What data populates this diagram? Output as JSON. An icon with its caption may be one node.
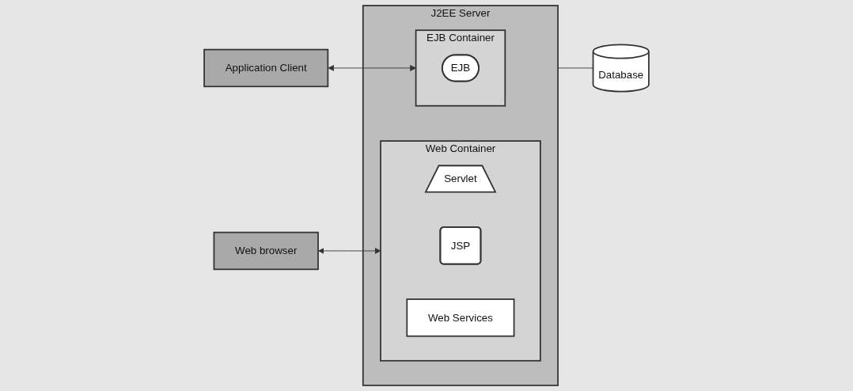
{
  "diagram": {
    "nodes": [
      {
        "text": [
          "Web browser"
        ]
      },
      {
        "text": [
          "Application Client"
        ]
      },
      {
        "text": [
          "J2EE Server"
        ]
      },
      {
        "text": [
          "Web Container"
        ],
        "in": 2
      },
      {
        "text": [
          "Servlet"
        ],
        "in": 3
      },
      {
        "text": [
          "JSP"
        ],
        "in": 3
      },
      {
        "text": [
          "Web Services"
        ],
        "in": 3
      },
      {
        "text": [
          "EJB Container"
        ],
        "in": 2
      },
      {
        "text": [
          "EJB"
        ],
        "in": 7
      },
      {
        "text": [
          "Database"
        ]
      }
    ],
    "edges": [
      {
        "from": 0,
        "to": 3,
        "arrow": "both"
      },
      {
        "from": 1,
        "to": 7,
        "arrow": "both"
      },
      {
        "from": 2,
        "to": 9,
        "arrow": "none"
      }
    ]
  }
}
